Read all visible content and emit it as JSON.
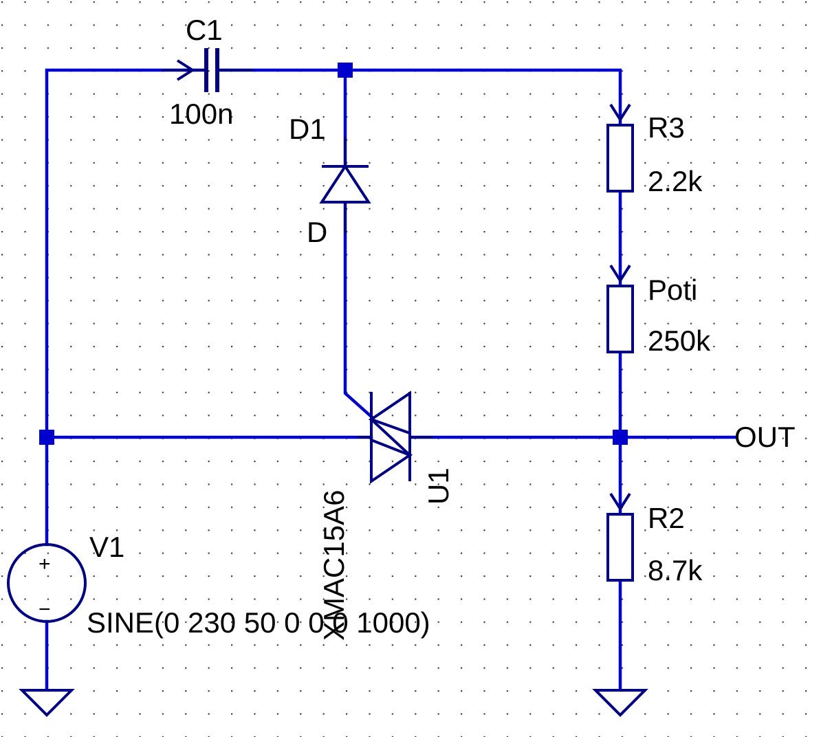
{
  "components": {
    "c1": {
      "name": "C1",
      "value": "100n"
    },
    "d1": {
      "name": "D1",
      "value": "D"
    },
    "r3": {
      "name": "R3",
      "value": "2.2k"
    },
    "poti": {
      "name": "Poti",
      "value": "250k"
    },
    "r2": {
      "name": "R2",
      "value": "8.7k"
    },
    "u1": {
      "name": "U1",
      "value": "XMAC15A6"
    },
    "v1": {
      "name": "V1",
      "value": "SINE(0 230 50 0 0 0 1000)",
      "plus": "+",
      "minus": "−"
    }
  },
  "net_labels": {
    "out": "OUT"
  },
  "colors": {
    "wire": "#0000cc",
    "component": "#000080",
    "grid_dot": "#404040",
    "background": "#ffffff"
  }
}
